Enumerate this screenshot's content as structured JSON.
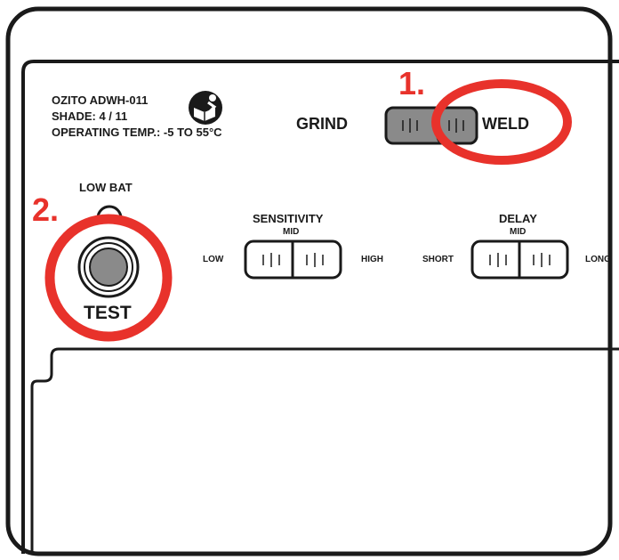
{
  "colors": {
    "annotation": "#e8322b",
    "outline": "#1a1a1a",
    "grey": "#8a8a8a"
  },
  "info": {
    "model": "OZITO ADWH-011",
    "shade": "SHADE: 4 / 11",
    "temp": "OPERATING TEMP.: -5 TO 55°C"
  },
  "manual_icon": "read-manual-icon",
  "mode_switch": {
    "left_label": "GRIND",
    "right_label": "WELD",
    "selected": "WELD"
  },
  "low_bat": {
    "label": "LOW BAT"
  },
  "test_button": {
    "label": "TEST"
  },
  "sensitivity": {
    "title": "SENSITIVITY",
    "mid": "MID",
    "low": "LOW",
    "high": "HIGH"
  },
  "delay": {
    "title": "DELAY",
    "mid": "MID",
    "short": "SHORT",
    "long": "LONG"
  },
  "annotations": {
    "step1": "1.",
    "step2": "2."
  }
}
